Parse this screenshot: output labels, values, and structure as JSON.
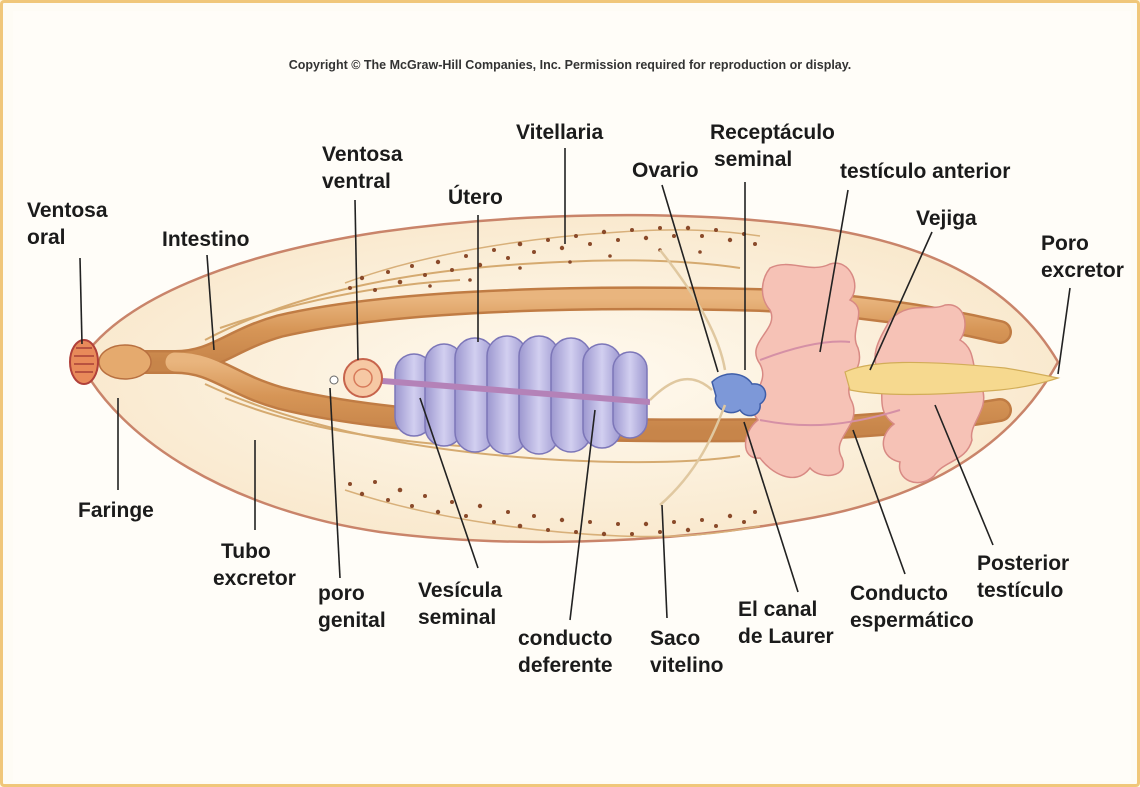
{
  "copyright": "Copyright © The McGraw-Hill Companies, Inc. Permission required for reproduction or display.",
  "labels": {
    "ventosa_oral": [
      "Ventosa",
      "oral"
    ],
    "intestino": "Intestino",
    "ventosa_ventral": [
      "Ventosa",
      "ventral"
    ],
    "utero": "Útero",
    "vitellaria": "Vitellaria",
    "ovario": "Ovario",
    "receptaculo_seminal": [
      "Receptáculo",
      "seminal"
    ],
    "testiculo_anterior": "testículo anterior",
    "vejiga": "Vejiga",
    "poro_excretor": [
      "Poro",
      "excretor"
    ],
    "faringe": "Faringe",
    "tubo_excretor": [
      "Tubo",
      "excretor"
    ],
    "poro_genital": [
      "poro",
      "genital"
    ],
    "vesicula_seminal": [
      "Vesícula",
      "seminal"
    ],
    "conducto_deferente": [
      "conducto",
      "deferente"
    ],
    "saco_vitelino": [
      "Saco",
      "vitelino"
    ],
    "canal_laurer": [
      "El canal",
      "de Laurer"
    ],
    "conducto_espermatico": [
      "Conducto",
      "espermático"
    ],
    "posterior_testiculo": [
      "Posterior",
      "testículo"
    ]
  },
  "colors": {
    "intestine": "#d9a066",
    "body_fill": "#fdf1dc",
    "body_outline": "#c98a6b",
    "uterus": "#b8b4dc",
    "testis": "#f2b8b0",
    "ovary": "#6f8fd0",
    "leader_line": "#222222"
  }
}
